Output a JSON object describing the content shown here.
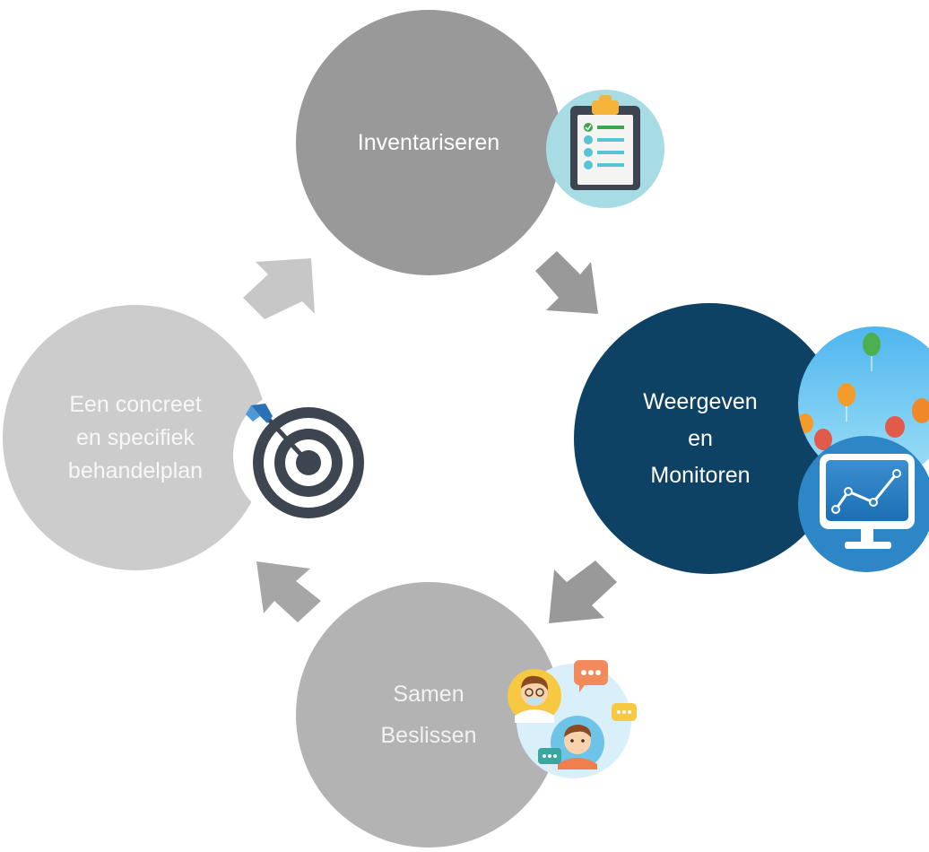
{
  "steps": [
    {
      "label": "Inventariseren",
      "color": "#999999",
      "text_color": "#ffffff"
    },
    {
      "label": "Weergeven\nen\nMonitoren",
      "color": "#0e4265",
      "text_color": "#ffffff"
    },
    {
      "label": "Samen\nBeslissen",
      "color": "#b3b3b3",
      "text_color": "#f2f2f2"
    },
    {
      "label": "Een concreet\nen specifiek\nbehandelplan",
      "color": "#cccccc",
      "text_color": "#f7f7f7"
    }
  ],
  "icons": {
    "clipboard": "clipboard-icon",
    "monitor": "chart-monitor-icon",
    "chat": "chat-people-icon",
    "target": "target-icon"
  },
  "arrow_colors": [
    "#999999",
    "#999999",
    "#a6a6a6",
    "#c7c7c7"
  ]
}
